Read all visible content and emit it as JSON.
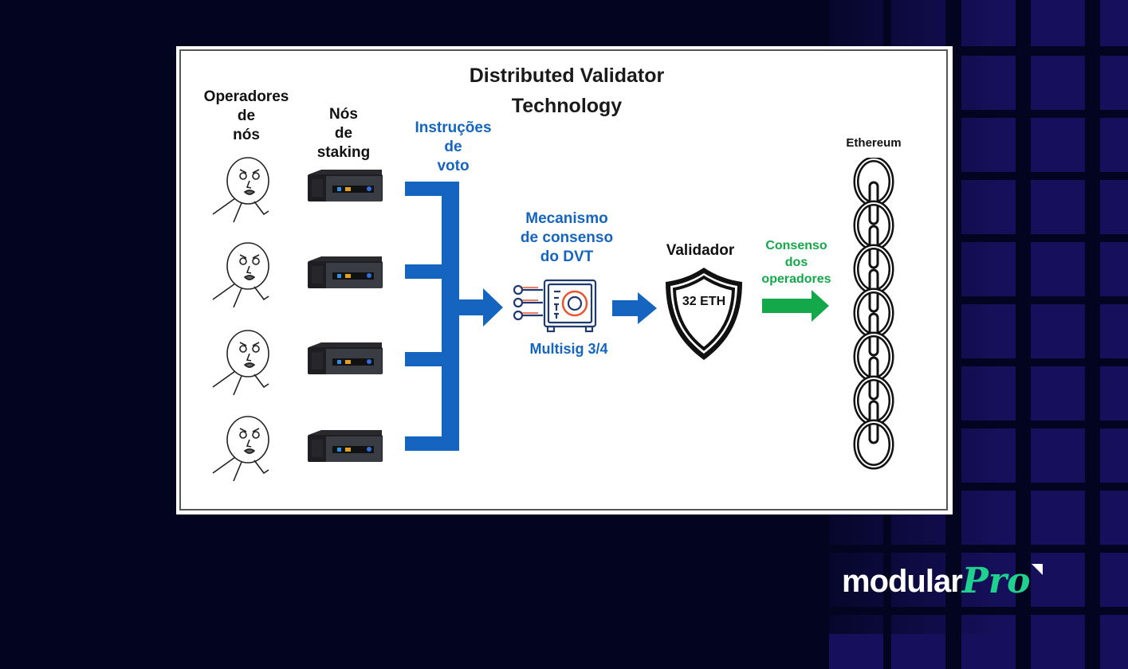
{
  "diagram": {
    "title_line1": "Distributed Validator",
    "title_line2": "Technology",
    "operators_label": [
      "Operadores",
      "de",
      "nós"
    ],
    "staking_nodes_label": [
      "Nós",
      "de",
      "staking"
    ],
    "vote_instructions_label": [
      "Instruções",
      "de",
      "voto"
    ],
    "consensus_mechanism_label": [
      "Mecanismo",
      "de consenso",
      "do DVT"
    ],
    "multisig_label": "Multisig 3/4",
    "validator_label": "Validador",
    "validator_stake": "32 ETH",
    "operators_consensus_label": [
      "Consenso",
      "dos",
      "operadores"
    ],
    "ethereum_label": "Ethereum",
    "operator_count": 4,
    "node_count": 4,
    "colors": {
      "blue": "#1565c0",
      "green": "#13a84a",
      "safe_accent": "#e8552f"
    }
  },
  "branding": {
    "logo_text": "modular",
    "logo_accent": "Pro",
    "accent_color": "#1fd18f"
  }
}
